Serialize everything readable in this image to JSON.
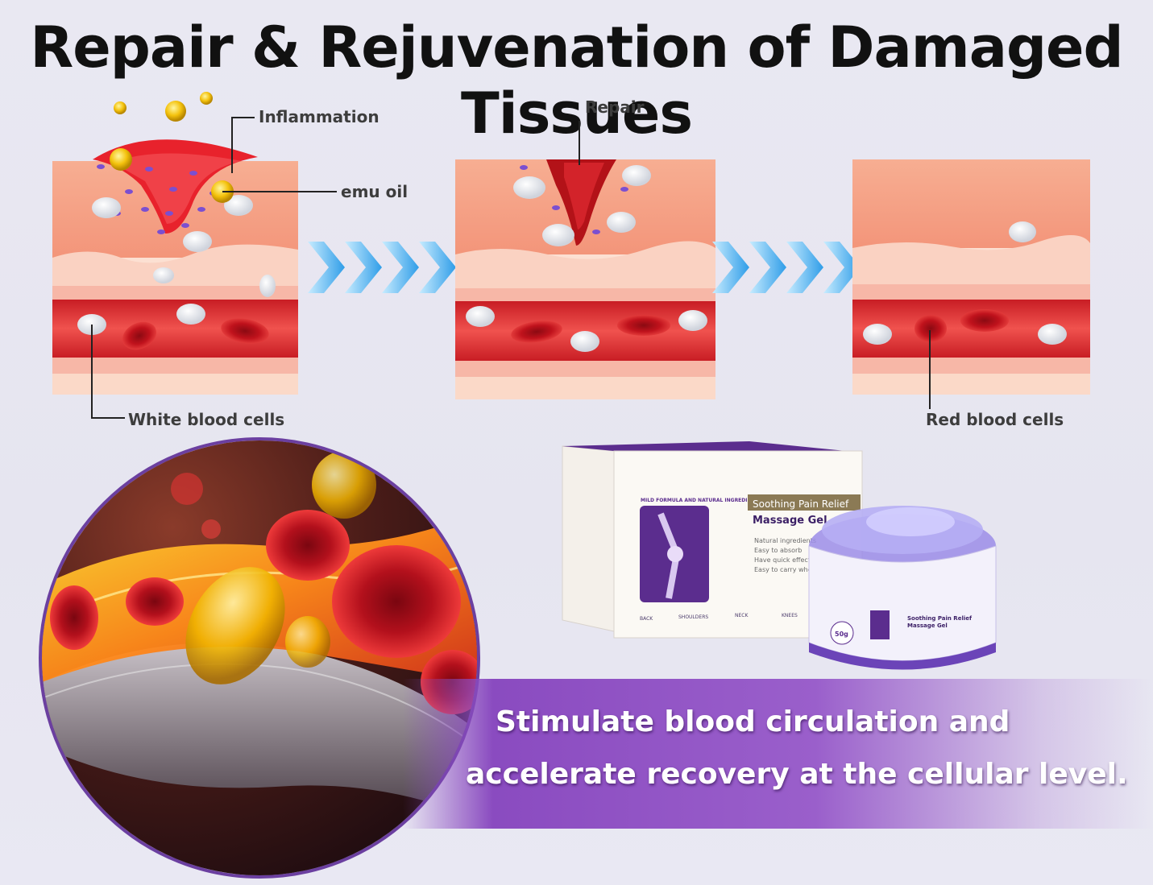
{
  "title": "Repair & Rejuvenation of Damaged Tissues",
  "callouts": {
    "inflammation": "Inflammation",
    "emu_oil": "emu oil",
    "repair": "Repair",
    "white_blood_cells": "White blood cells",
    "red_blood_cells": "Red blood cells"
  },
  "product": {
    "box_title_line1": "Soothing Pain Relief",
    "box_title_line2": "Massage Gel",
    "box_side_text": "MILD FORMULA AND NATURAL INGREDIENTS",
    "box_features": [
      "Natural ingredients",
      "Easy to absorb",
      "Have quick effect",
      "Easy to carry when going out"
    ],
    "box_icons": [
      "BACK",
      "SHOULDERS",
      "NECK",
      "KNEES"
    ],
    "jar_title_line1": "Soothing Pain Relief",
    "jar_title_line2": "Massage Gel",
    "jar_weight": "50g"
  },
  "banner": {
    "line1": "Stimulate blood circulation and",
    "line2": "accelerate recovery at the cellular level."
  },
  "colors": {
    "accent_purple": "#8a4bc0",
    "arrow_blue": "#3fa9f5",
    "skin": "#f6a98c",
    "blood_red": "#d91f2a"
  }
}
